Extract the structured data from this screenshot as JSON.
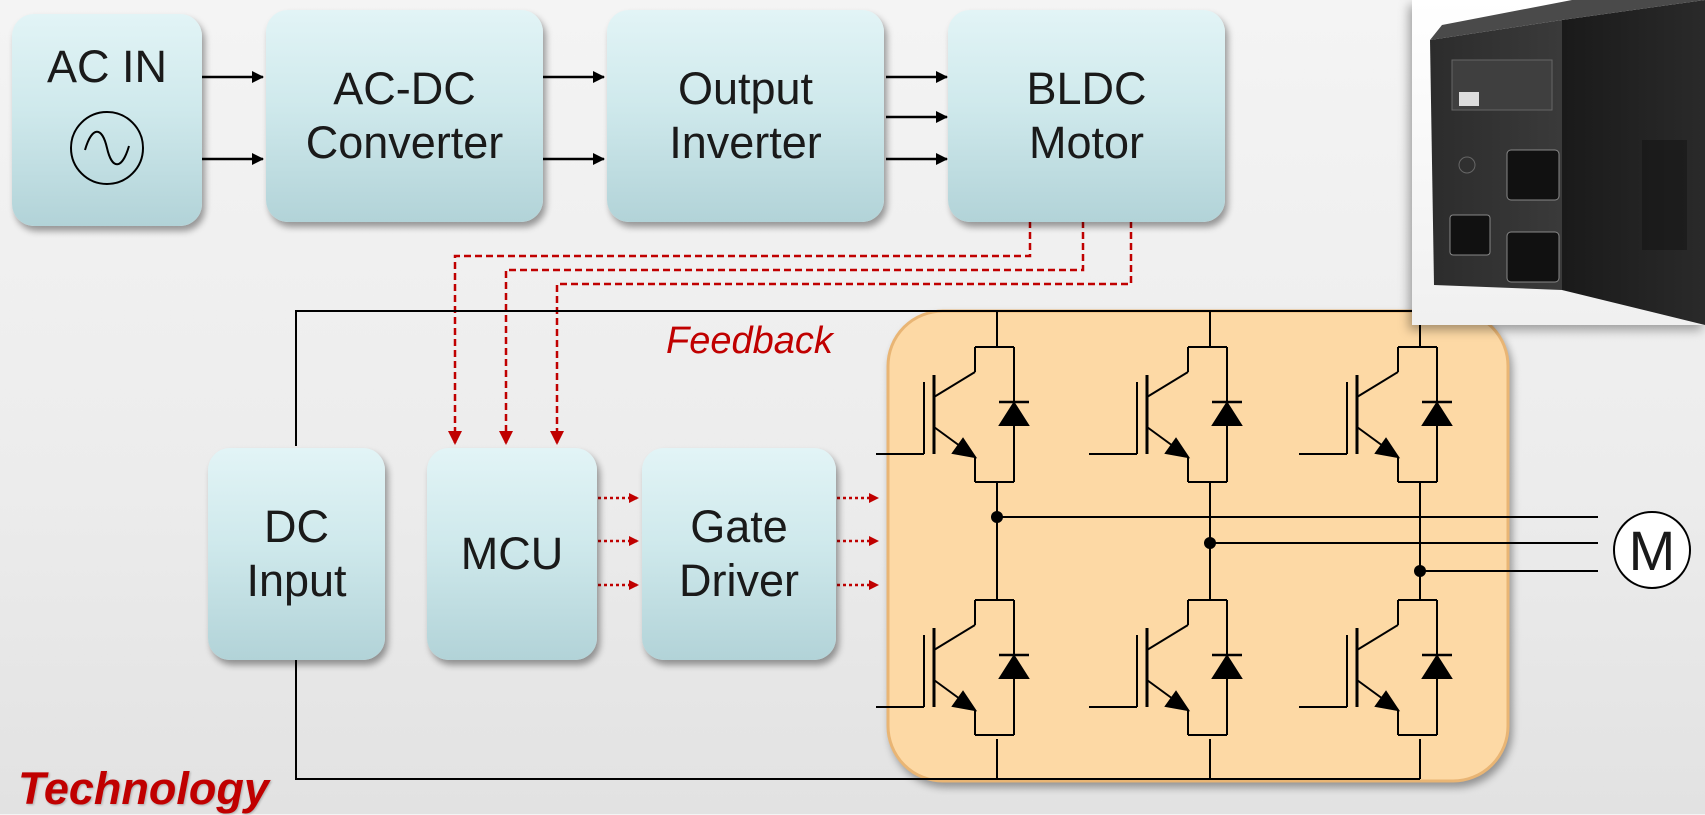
{
  "blocks": {
    "ac_in": {
      "title": "AC IN"
    },
    "ac_dc": {
      "line1": "AC-DC",
      "line2": "Converter"
    },
    "inverter": {
      "line1": "Output",
      "line2": "Inverter"
    },
    "bldc": {
      "line1": "BLDC",
      "line2": "Motor"
    },
    "dc_input": {
      "line1": "DC",
      "line2": "Input"
    },
    "mcu": {
      "title": "MCU"
    },
    "gate_driver": {
      "line1": "Gate",
      "line2": "Driver"
    }
  },
  "labels": {
    "feedback": "Feedback",
    "motor": "M",
    "footer": "Technology"
  },
  "colors": {
    "block_fill": "#cfe9ec",
    "bridge_fill": "#fdd9a5",
    "feedback_red": "#c00000"
  }
}
